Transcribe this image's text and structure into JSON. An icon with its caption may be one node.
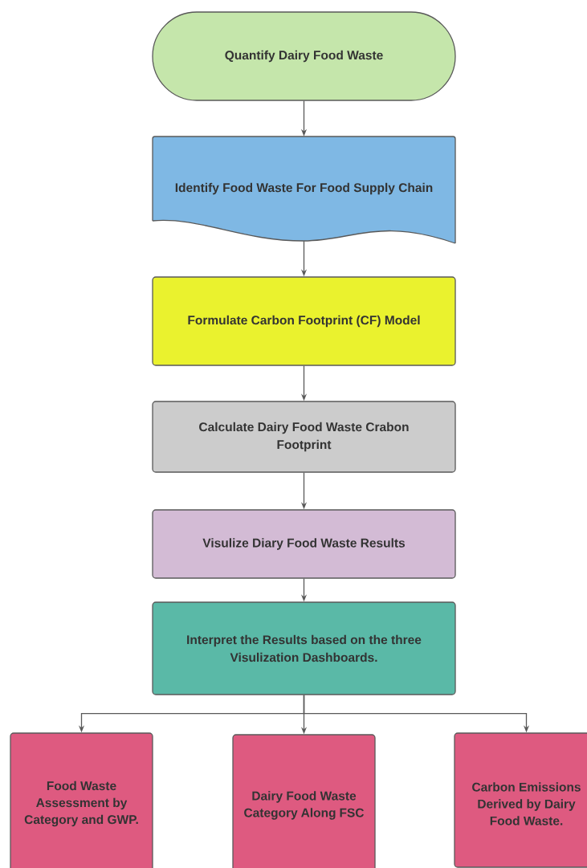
{
  "diagram": {
    "nodes": [
      {
        "text": [
          "Quantify Dairy Food Waste"
        ]
      },
      {
        "text": [
          "Identify Food Waste For Food Supply Chain"
        ]
      },
      {
        "text": [
          "Formulate Carbon Footprint (CF) Model"
        ]
      },
      {
        "text": [
          "Calculate Dairy Food Waste Crabon Footprint"
        ]
      },
      {
        "text": [
          "Visulize Diary Food Waste Results"
        ]
      },
      {
        "text": [
          "Interpret the Results based on the three Visulization Dashboards."
        ]
      },
      {
        "text": [
          "Food Waste Assessment by Category and GWP."
        ]
      },
      {
        "text": [
          "Dairy Food Waste Category Along FSC"
        ]
      },
      {
        "text": [
          "Carbon Emissions Derived by Dairy Food Waste."
        ]
      }
    ],
    "edges": [
      {
        "from": 0,
        "to": 1,
        "arrow": "to"
      },
      {
        "from": 1,
        "to": 2,
        "arrow": "to"
      },
      {
        "from": 2,
        "to": 3,
        "arrow": "to"
      },
      {
        "from": 3,
        "to": 4,
        "arrow": "to"
      },
      {
        "from": 4,
        "to": 5,
        "arrow": "to"
      },
      {
        "from": 5,
        "to": 6,
        "arrow": "to"
      },
      {
        "from": 5,
        "to": 7,
        "arrow": "to"
      },
      {
        "from": 5,
        "to": 8,
        "arrow": "to"
      }
    ]
  }
}
